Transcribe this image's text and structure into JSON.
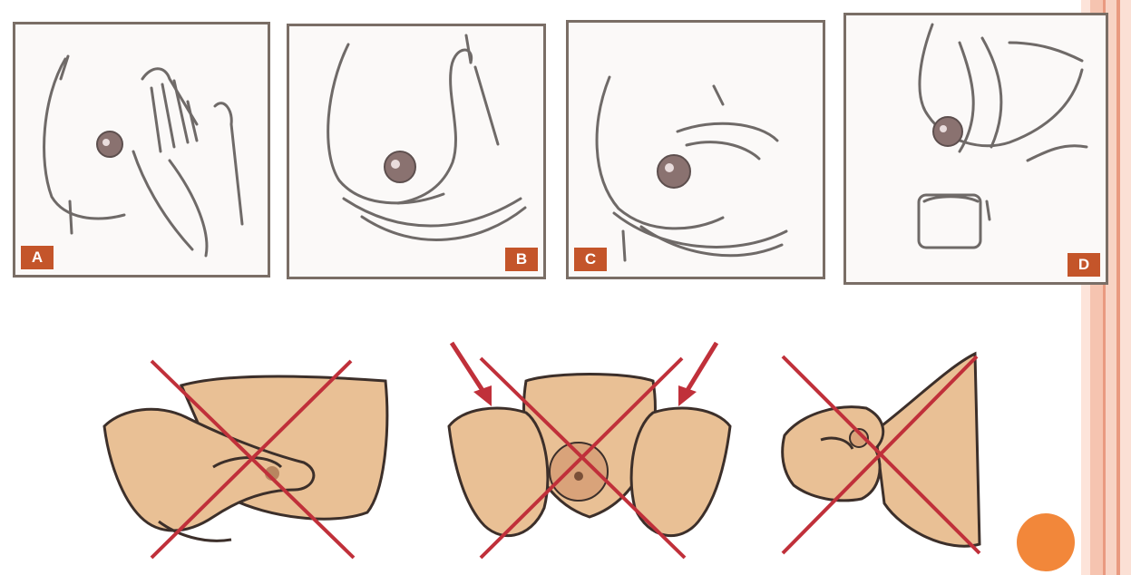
{
  "panels": [
    {
      "label": "A"
    },
    {
      "label": "B"
    },
    {
      "label": "C"
    },
    {
      "label": "D"
    }
  ],
  "colors": {
    "label_bg": "#c4552a",
    "cross": "#c0303a",
    "skin": "#e9c095",
    "accent_dot": "#f2873a",
    "side_stripe": "#f4b9a3"
  }
}
